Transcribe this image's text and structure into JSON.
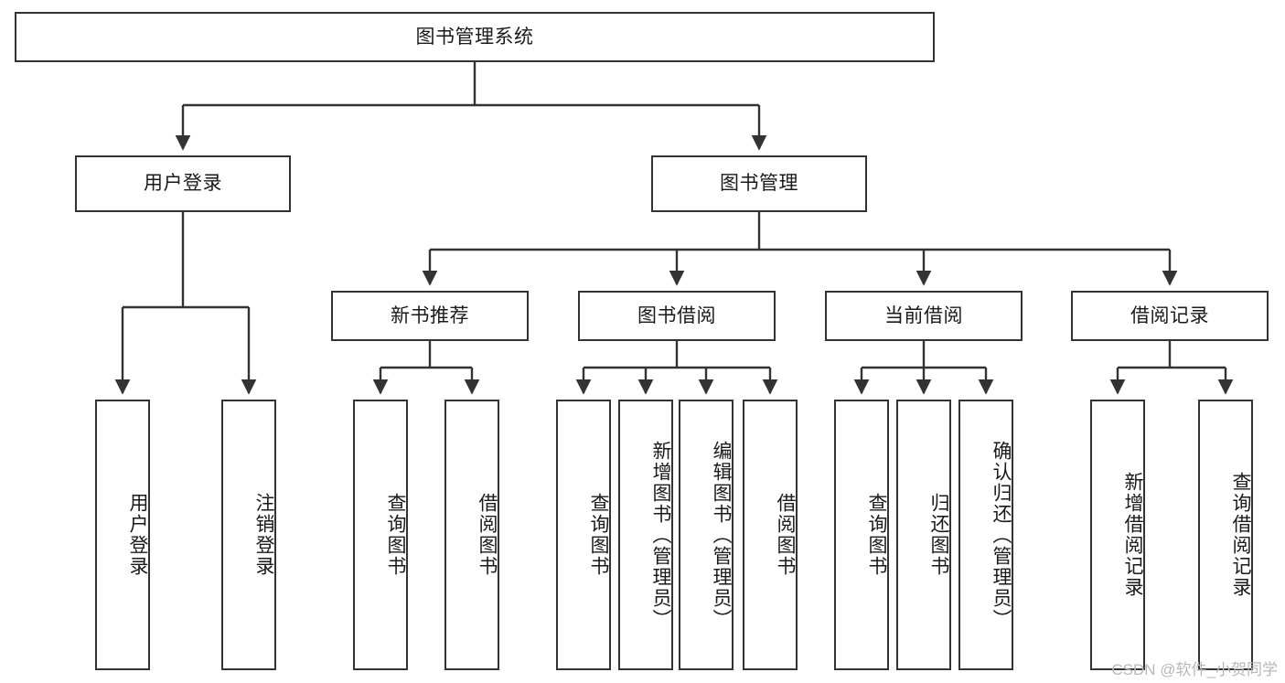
{
  "diagram": {
    "title": "图书管理系统",
    "type": "hierarchy-tree",
    "watermark": "CSDN @软件_小贺同学",
    "colors": {
      "border": "#333333",
      "fill": "#ffffff",
      "text": "#1a1a1a",
      "watermark": "#b8b8b8"
    },
    "levels": {
      "root": {
        "label": "图书管理系统"
      },
      "level2": [
        {
          "id": "user-login",
          "label": "用户登录"
        },
        {
          "id": "book-management",
          "label": "图书管理"
        }
      ],
      "level3": [
        {
          "id": "new-book-recommend",
          "label": "新书推荐",
          "parent": "book-management"
        },
        {
          "id": "book-borrow",
          "label": "图书借阅",
          "parent": "book-management"
        },
        {
          "id": "current-borrow",
          "label": "当前借阅",
          "parent": "book-management"
        },
        {
          "id": "borrow-record",
          "label": "借阅记录",
          "parent": "book-management"
        }
      ],
      "leaves": [
        {
          "id": "leaf-user-login",
          "label": "用户登录",
          "parent": "user-login"
        },
        {
          "id": "leaf-logout-login",
          "label": "注销登录",
          "parent": "user-login"
        },
        {
          "id": "leaf-query-book-1",
          "label": "查询图书",
          "parent": "new-book-recommend"
        },
        {
          "id": "leaf-borrow-book-1",
          "label": "借阅图书",
          "parent": "new-book-recommend"
        },
        {
          "id": "leaf-query-book-2",
          "label": "查询图书",
          "parent": "book-borrow"
        },
        {
          "id": "leaf-add-book",
          "label": "新增图书（管理员）",
          "parent": "book-borrow"
        },
        {
          "id": "leaf-edit-book",
          "label": "编辑图书（管理员）",
          "parent": "book-borrow"
        },
        {
          "id": "leaf-borrow-book-2",
          "label": "借阅图书",
          "parent": "book-borrow"
        },
        {
          "id": "leaf-query-book-3",
          "label": "查询图书",
          "parent": "current-borrow"
        },
        {
          "id": "leaf-return-book",
          "label": "归还图书",
          "parent": "current-borrow"
        },
        {
          "id": "leaf-confirm-return",
          "label": "确认归还（管理员）",
          "parent": "current-borrow"
        },
        {
          "id": "leaf-add-record",
          "label": "新增借阅记录",
          "parent": "borrow-record"
        },
        {
          "id": "leaf-query-record",
          "label": "查询借阅记录",
          "parent": "borrow-record"
        }
      ]
    }
  }
}
